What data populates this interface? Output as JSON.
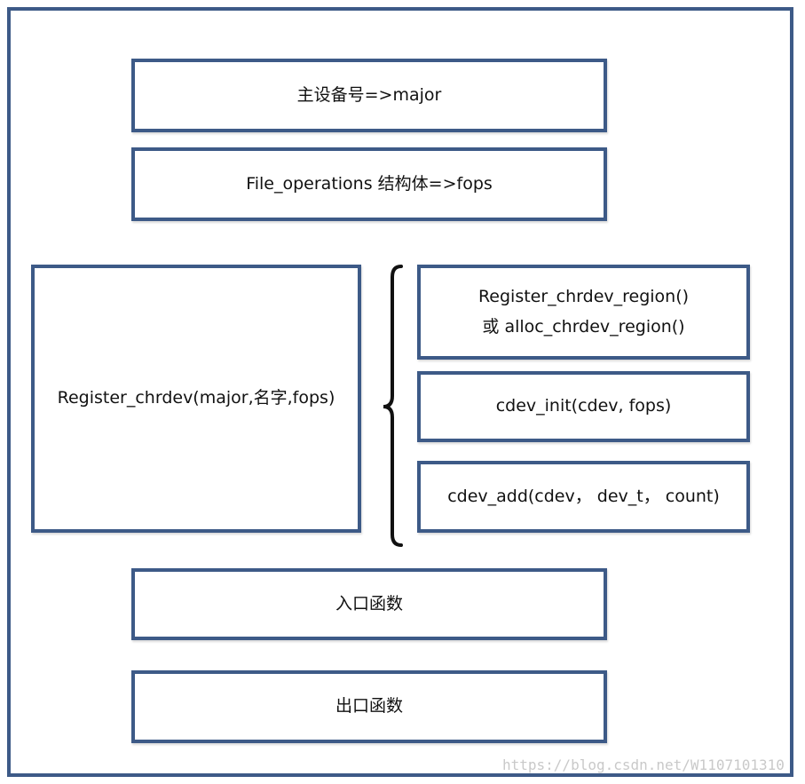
{
  "boxes": {
    "major": "主设备号=>major",
    "fops": "File_operations 结构体=>fops",
    "register": "Register_chrdev(major,名字,fops)",
    "region_line1": "Register_chrdev_region()",
    "region_line2": "或 alloc_chrdev_region()",
    "cdev_init": "cdev_init(cdev, fops)",
    "cdev_add": "cdev_add(cdev， dev_t， count)",
    "entry": "入口函数",
    "exit": "出口函数"
  },
  "watermark": "https://blog.csdn.net/W1107101310",
  "colors": {
    "border": "#3d5a87",
    "background": "#ffffff",
    "watermark": "#c9c9c9"
  }
}
